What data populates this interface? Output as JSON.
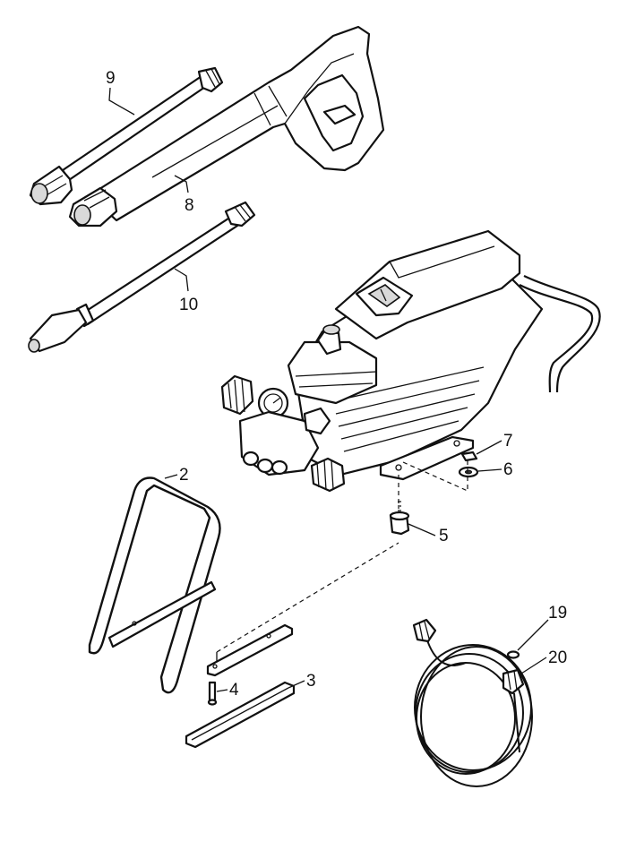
{
  "callouts": {
    "c2": "2",
    "c3": "3",
    "c4": "4",
    "c5": "5",
    "c6": "6",
    "c7": "7",
    "c8": "8",
    "c9": "9",
    "c10": "10",
    "c19": "19",
    "c20": "20"
  },
  "colors": {
    "line": "#111111",
    "fill": "#ffffff",
    "shade": "#d9d9d9"
  }
}
